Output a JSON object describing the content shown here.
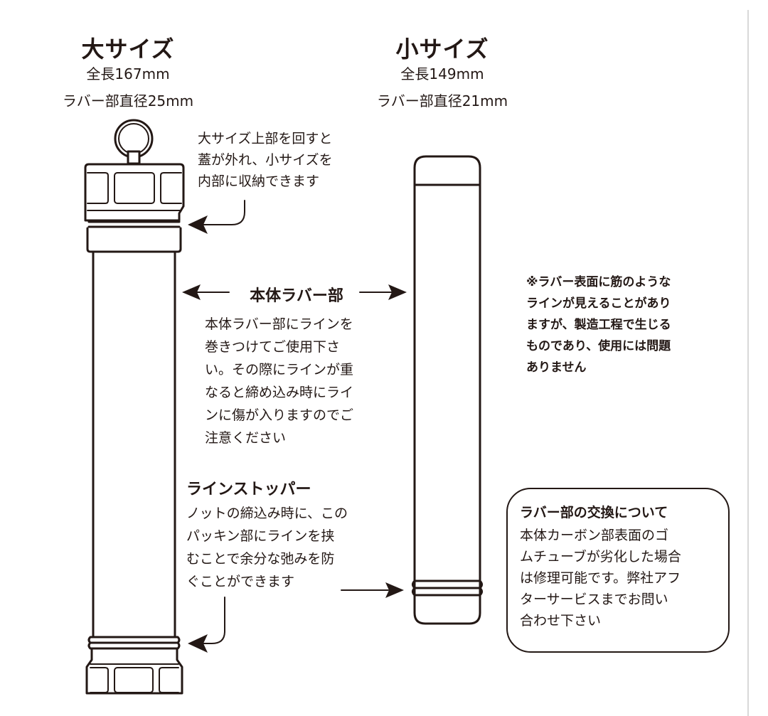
{
  "large": {
    "title": "大サイズ",
    "length": "全長167mm",
    "diameter": "ラバー部直径25mm"
  },
  "small": {
    "title": "小サイズ",
    "length": "全長149mm",
    "diameter": "ラバー部直径21mm"
  },
  "annotations": {
    "top_cap": "大サイズ上部を回すと\n蓋が外れ、小サイズを\n内部に収納できます",
    "body_heading": "本体ラバー部",
    "body_text": "本体ラバー部にラインを\n巻きつけてご使用下さ\nい。その際にラインが重\nなると締め込み時にライ\nンに傷が入りますのでご\n注意ください",
    "stopper_heading": "ラインストッパー",
    "stopper_text": "ノットの締込み時に、この\nパッキン部にラインを挟\nむことで余分な弛みを防\nぐことができます",
    "surface_note": "※ラバー表面に筋のような\nラインが見えることがあり\nますが、製造工程で生じる\nものであり、使用には問題\nありません"
  },
  "replacement_box": {
    "heading": "ラバー部の交換について",
    "text": "本体カーボン部表面のゴ\nムチューブが劣化した場合\nは修理可能です。弊社アフ\nターサービスまでお問い\n合わせ下さい"
  },
  "colors": {
    "ink": "#231815",
    "background": "#ffffff"
  }
}
